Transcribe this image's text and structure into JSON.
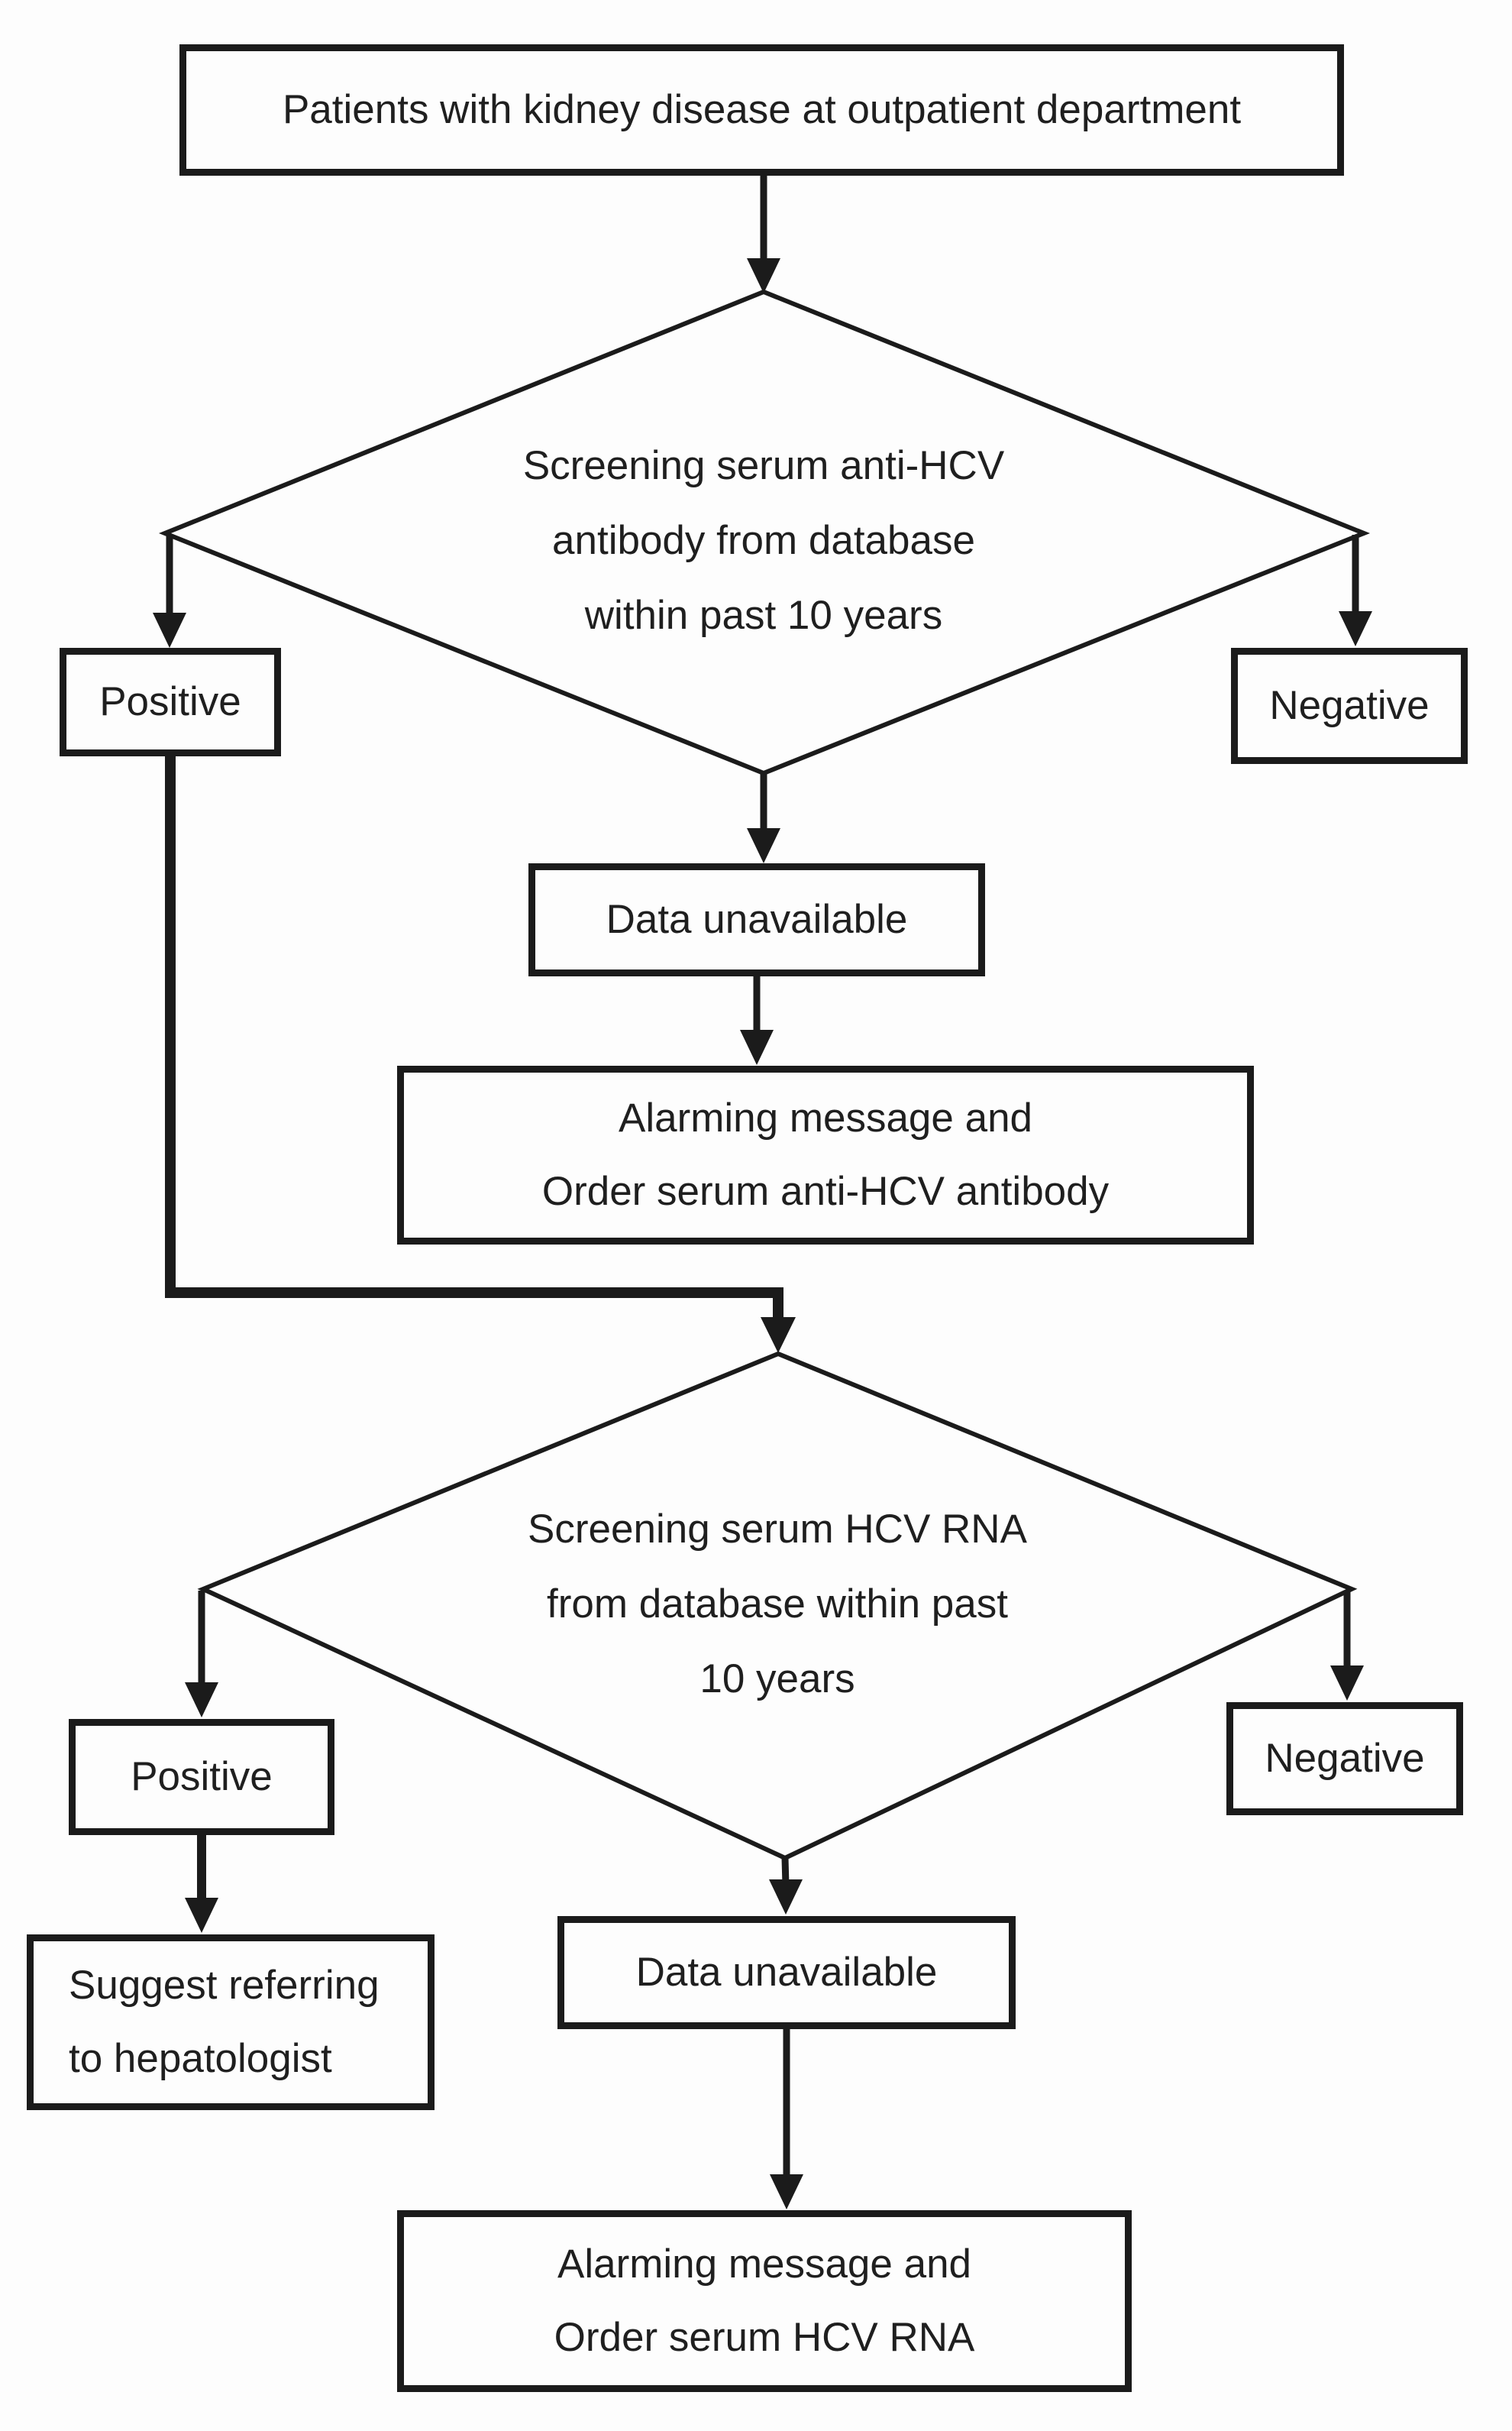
{
  "diagram": {
    "type": "flowchart",
    "background_color": "#fdfdfd",
    "line_color": "#1b1b1b",
    "text_color": "#1f1f1f",
    "nodes": {
      "start": {
        "label": "Patients with kidney disease at outpatient department"
      },
      "decision_antibody": {
        "lines": [
          "Screening serum anti-HCV",
          "antibody from database",
          "within past 10 years"
        ]
      },
      "positive_antibody": {
        "label": "Positive"
      },
      "negative_antibody": {
        "label": "Negative"
      },
      "data_unavailable_antibody": {
        "label": "Data unavailable"
      },
      "alarm_antibody": {
        "lines": [
          "Alarming message and",
          "Order serum anti-HCV antibody"
        ]
      },
      "decision_rna": {
        "lines": [
          "Screening serum HCV RNA",
          "from database within past",
          "10 years"
        ]
      },
      "positive_rna": {
        "label": "Positive"
      },
      "negative_rna": {
        "label": "Negative"
      },
      "suggest_referral": {
        "lines": [
          "Suggest referring",
          "to hepatologist"
        ]
      },
      "data_unavailable_rna": {
        "label": "Data unavailable"
      },
      "alarm_rna": {
        "lines": [
          "Alarming message and",
          "Order serum HCV RNA"
        ]
      }
    }
  }
}
